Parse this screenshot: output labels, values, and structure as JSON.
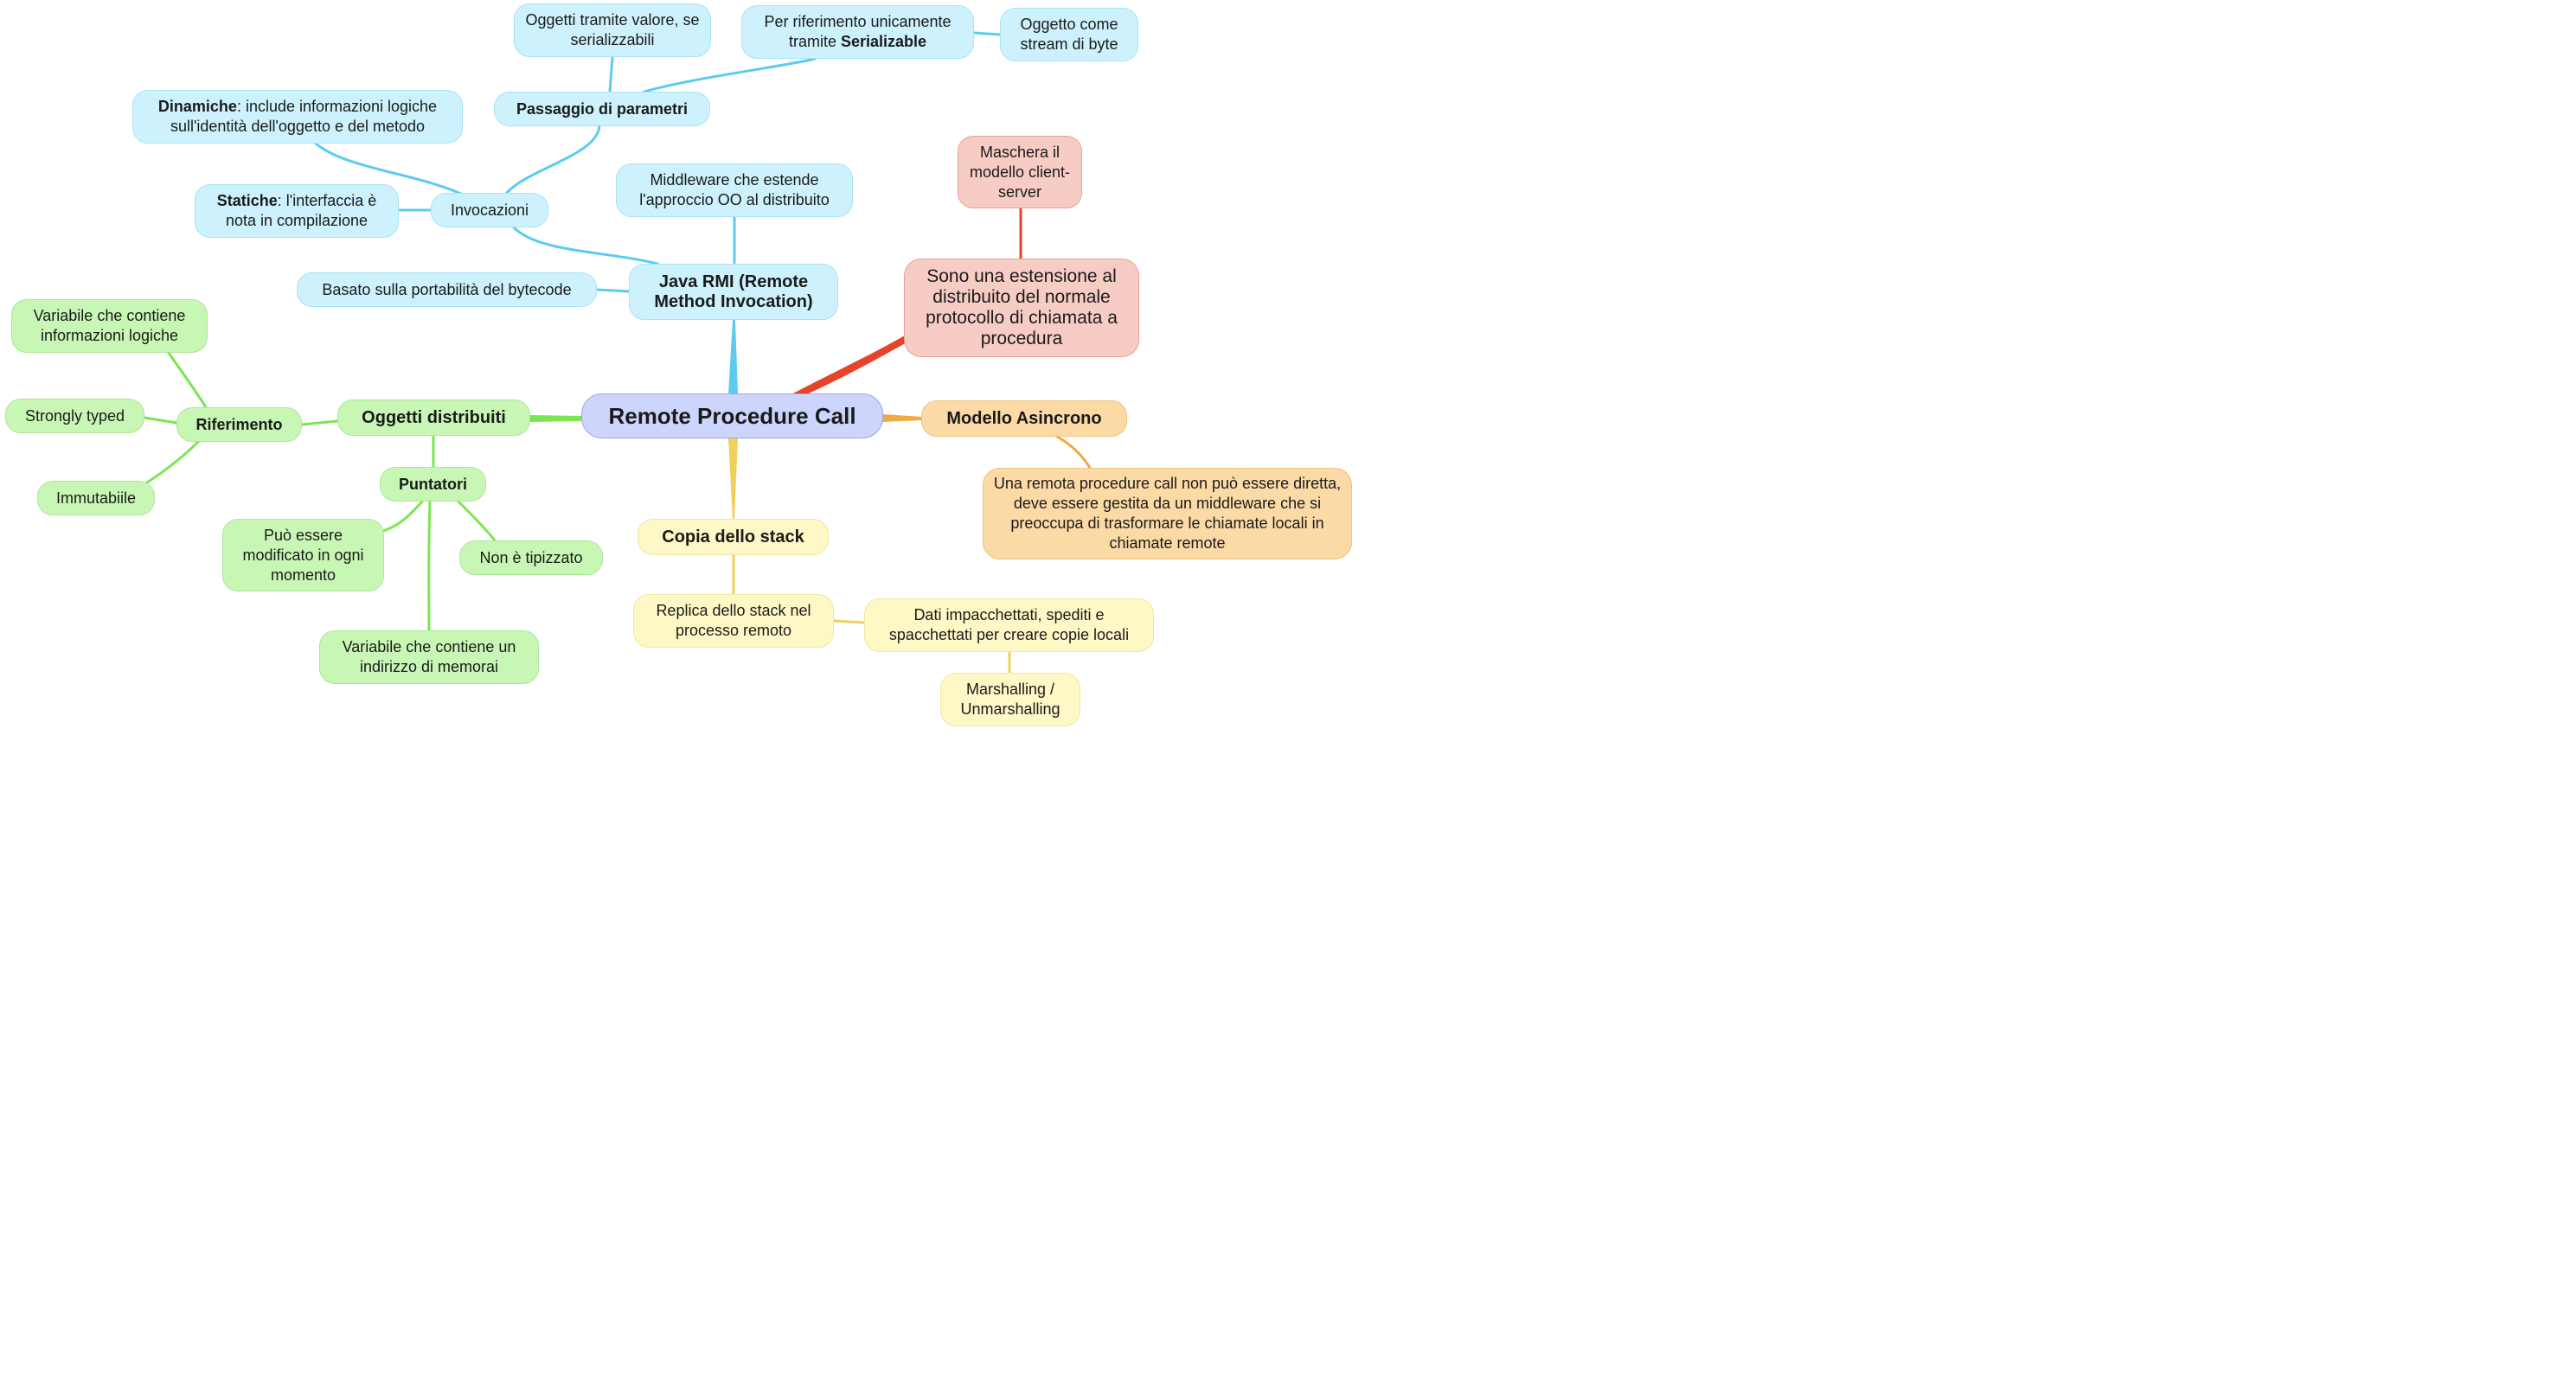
{
  "root": {
    "label": "Remote Procedure Call"
  },
  "colors": {
    "blue": "#5ccbef",
    "green": "#7be652",
    "yellow": "#f0cf5a",
    "orange": "#f0aa44",
    "red": "#e5432a"
  },
  "java_rmi": {
    "label": "Java RMI (Remote Method Invocation)",
    "middleware": "Middleware che estende l'approccio OO al distribuito",
    "bytecode": "Basato sulla portabilità del bytecode",
    "invocazioni": {
      "label": "Invocazioni",
      "dinamiche_bold": "Dinamiche",
      "dinamiche_text": ": include informazioni logiche sull'identità dell'oggetto e del metodo",
      "statiche_bold": "Statiche",
      "statiche_text": ": l'interfaccia è nota in compilazione"
    },
    "passaggio": {
      "label": "Passaggio di parametri",
      "valore": "Oggetti tramite valore, se serializzabili",
      "riferimento_text": "Per riferimento unicamente tramite ",
      "riferimento_bold": "Serializable",
      "stream": "Oggetto come stream di byte"
    }
  },
  "red_branch": {
    "label": "Sono una estensione al distribuito del normale protocollo di chiamata a procedura",
    "child": "Maschera il modello client-server"
  },
  "oggetti": {
    "label": "Oggetti distribuiti",
    "riferimento": {
      "label": "Riferimento",
      "variabile": "Variabile che contiene informazioni logiche",
      "typed": "Strongly typed",
      "immutabile": "Immutabiile"
    },
    "puntatori": {
      "label": "Puntatori",
      "modificato": "Può essere modificato in ogni momento",
      "tipizzato": "Non è tipizzato",
      "indirizzo": "Variabile che contiene un indirizzo di memorai"
    }
  },
  "stack": {
    "label": "Copia dello stack",
    "replica": "Replica dello stack nel processo remoto",
    "dati": "Dati impacchettati, spediti e spacchettati per creare copie locali",
    "marshalling": "Marshalling / Unmarshalling"
  },
  "asincrono": {
    "label": "Modello Asincrono",
    "desc": "Una remota procedure call non può essere diretta, deve essere gestita da un middleware che si preoccupa di trasformare le chiamate locali in chiamate remote"
  }
}
